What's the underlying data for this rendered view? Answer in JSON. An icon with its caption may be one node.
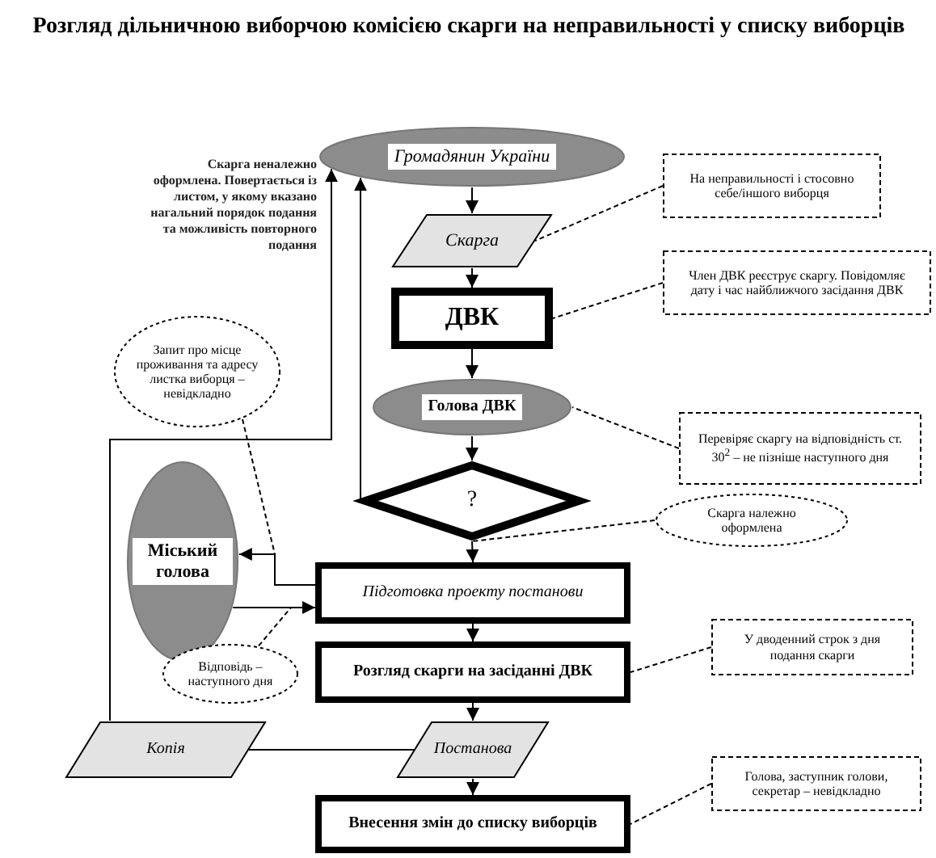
{
  "diagram": {
    "title": "Розгляд дільничною виборчою комісією скарги на неправильності у списку виборців",
    "nodes": [
      {
        "text": [
          "Громадянин України"
        ]
      },
      {
        "text": [
          "Скарга"
        ]
      },
      {
        "text": [
          "ДВК"
        ]
      },
      {
        "text": [
          "Голова ДВК"
        ]
      },
      {
        "text": [
          "?"
        ]
      },
      {
        "text": [
          "Підготовка проекту постанови"
        ]
      },
      {
        "text": [
          "Розгляд скарги на засіданні ДВК"
        ]
      },
      {
        "text": [
          "Постанова"
        ]
      },
      {
        "text": [
          "Внесення змін до списку виборців"
        ]
      },
      {
        "text": [
          "Копія"
        ]
      },
      {
        "text": [
          "Міський голова"
        ]
      },
      {
        "text": [
          "На неправильності і стосовно себе/іншого виборця"
        ]
      },
      {
        "text": [
          "Член ДВК реєструє скаргу. Повідомляє дату і час найближчого засідання ДВК"
        ]
      },
      {
        "text": [
          "Перевіряє скаргу на відповідність ст. 30$^{2}$ – не пізніше наступного дня"
        ]
      },
      {
        "text": [
          "Скарга належно оформлена"
        ]
      },
      {
        "text": [
          "У дводенний строк з дня подання скарги"
        ]
      },
      {
        "text": [
          "Голова, заступник голови, секретар – невідкладно"
        ]
      },
      {
        "text": [
          "Запит про місце проживання та адресу листка виборця – невідкладно"
        ]
      },
      {
        "text": [
          "Відповідь – наступного дня"
        ]
      }
    ],
    "edges": [
      {
        "from": 0,
        "to": 1,
        "arrow": "to"
      },
      {
        "from": 1,
        "to": 2,
        "arrow": "to"
      },
      {
        "from": 2,
        "to": 3,
        "arrow": "to"
      },
      {
        "from": 3,
        "to": 4,
        "arrow": "to"
      },
      {
        "from": 4,
        "to": 5,
        "arrow": "to"
      },
      {
        "from": 5,
        "to": 6,
        "arrow": "to"
      },
      {
        "from": 6,
        "to": 7,
        "arrow": "to"
      },
      {
        "from": 7,
        "to": 8,
        "arrow": "to"
      },
      {
        "from": 4,
        "to": 0,
        "arrow": "to"
      },
      {
        "from": 9,
        "to": 0,
        "arrow": "to"
      },
      {
        "from": 5,
        "to": 10,
        "arrow": "to"
      },
      {
        "from": 10,
        "to": 5,
        "arrow": "to"
      },
      {
        "from": 7,
        "to": 9,
        "arrow": "none"
      },
      {
        "from": 11,
        "to": 1,
        "arrow": "none",
        "style": "dashed"
      },
      {
        "from": 12,
        "to": 2,
        "arrow": "none",
        "style": "dashed"
      },
      {
        "from": 13,
        "to": 3,
        "arrow": "none",
        "style": "dashed"
      },
      {
        "from": 14,
        "to": 4,
        "arrow": "none",
        "style": "dashed"
      },
      {
        "from": 15,
        "to": 6,
        "arrow": "none",
        "style": "dashed"
      },
      {
        "from": 16,
        "to": 8,
        "arrow": "none",
        "style": "dashed"
      },
      {
        "from": 17,
        "to": null,
        "arrow": "none",
        "style": "dashed"
      },
      {
        "from": 18,
        "to": null,
        "arrow": "none",
        "style": "dashed"
      }
    ],
    "labels": [
      "Скарга неналежно оформлена. Повертається із листом, у якому вказано нагальний порядок подання та можливість повторного подання"
    ]
  }
}
